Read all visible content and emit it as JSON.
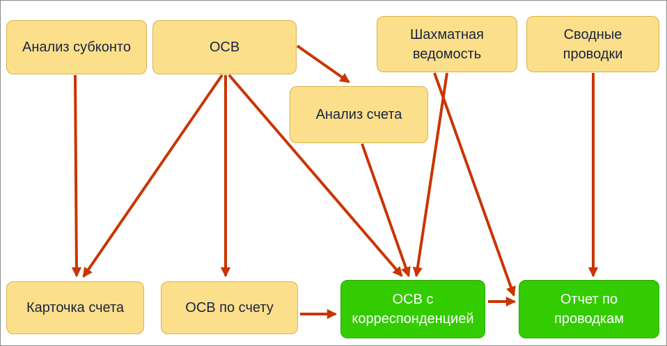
{
  "colors": {
    "arrow_color": "#c93500",
    "node_yellow_fill": "#fbdf8b",
    "node_yellow_border": "#d8b44a",
    "node_green_fill": "#33cc00",
    "node_green_border": "#28a500",
    "node_text_dark": "#1a2340",
    "node_text_light": "#ffffff"
  },
  "diagram": {
    "nodes": {
      "analiz_subkonto": {
        "label": "Анализ субконто"
      },
      "osv": {
        "label": "ОСВ"
      },
      "shahmatnaya": {
        "label": "Шахматная\nведомость"
      },
      "svodnye": {
        "label": "Сводные\nпроводки"
      },
      "analiz_scheta": {
        "label": "Анализ счета"
      },
      "kartochka": {
        "label": "Карточка счета"
      },
      "osv_po_schetu": {
        "label": "ОСВ по счету"
      },
      "osv_corr": {
        "label": "ОСВ с\nкорреспонденцией"
      },
      "otchet": {
        "label": "Отчет по\nпроводкам"
      }
    },
    "edges": [
      {
        "from": "Анализ субконто",
        "to": "Карточка счета"
      },
      {
        "from": "ОСВ",
        "to": "Анализ счета"
      },
      {
        "from": "ОСВ",
        "to": "Карточка счета"
      },
      {
        "from": "ОСВ",
        "to": "ОСВ по счету"
      },
      {
        "from": "ОСВ",
        "to": "ОСВ с корреспонденцией"
      },
      {
        "from": "Анализ счета",
        "to": "ОСВ с корреспонденцией"
      },
      {
        "from": "Шахматная ведомость",
        "to": "ОСВ с корреспонденцией"
      },
      {
        "from": "Шахматная ведомость",
        "to": "Отчет по проводкам"
      },
      {
        "from": "Сводные проводки",
        "to": "Отчет по проводкам"
      },
      {
        "from": "ОСВ по счету",
        "to": "ОСВ с корреспонденцией"
      },
      {
        "from": "ОСВ с корреспонденцией",
        "to": "Отчет по проводкам"
      }
    ]
  }
}
